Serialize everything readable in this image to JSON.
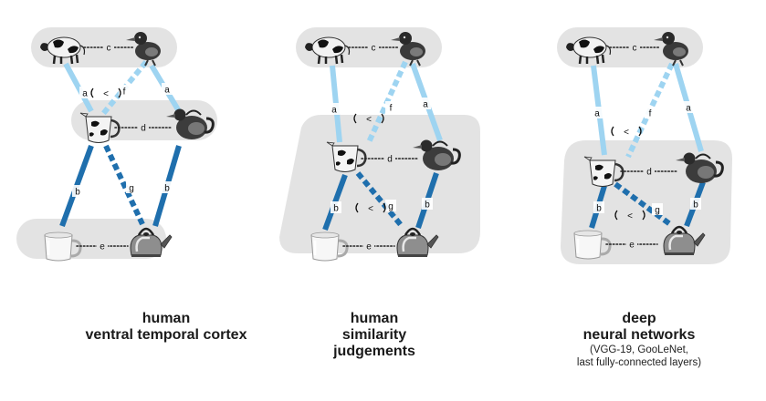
{
  "panels": [
    {
      "caption_lines": [
        "human",
        "ventral temporal cortex"
      ],
      "sub_lines": [],
      "edge_labels": {
        "c": "c",
        "d": "d",
        "e": "e",
        "a_left": "a",
        "a_right": "a",
        "f": "f",
        "b_left": "b",
        "b_right": "b",
        "g": "g"
      }
    },
    {
      "caption_lines": [
        "human",
        "similarity",
        "judgements"
      ],
      "sub_lines": [],
      "edge_labels": {
        "c": "c",
        "d": "d",
        "e": "e",
        "a_left": "a",
        "a_right": "a",
        "f": "f",
        "b_left": "b",
        "b_right": "b",
        "g": "g"
      }
    },
    {
      "caption_lines": [
        "deep",
        "neural networks"
      ],
      "sub_lines": [
        "(VGG-19, GooLeNet,",
        "last fully-connected layers)"
      ],
      "edge_labels": {
        "c": "c",
        "d": "d",
        "e": "e",
        "a_left": "a",
        "a_right": "a",
        "f": "f",
        "b_left": "b",
        "b_right": "b",
        "g": "g"
      }
    }
  ],
  "comparison_symbol": "<",
  "colors": {
    "a_edge": "#9ed4f1",
    "b_edge": "#1f6fad",
    "group_bg": "#e3e3e3",
    "dotted_link": "#222222"
  }
}
